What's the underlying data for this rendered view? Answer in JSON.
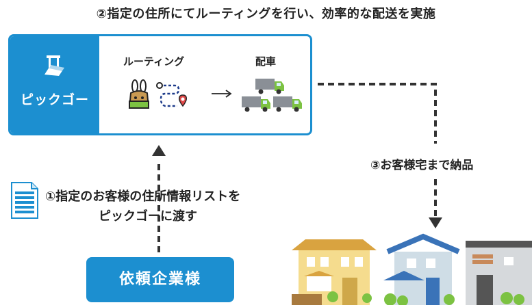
{
  "header": {
    "title": "②指定の住所にてルーティングを行い、効率的な配送を実施"
  },
  "panel": {
    "brand": "ピックゴー",
    "routing_label": "ルーティング",
    "dispatch_label": "配車"
  },
  "steps": {
    "step1_line1": "①指定のお客様の住所情報リストを",
    "step1_line2": "ピックゴーに渡す",
    "step3": "③お客様宅まで納品"
  },
  "client_button": "依頼企業様",
  "colors": {
    "accent": "#1c8fd0",
    "arrow": "#222222",
    "truck": "#8a8f96",
    "truck_cab": "#7cc242"
  },
  "icons": [
    "pickgo-logo-icon",
    "bag-icon",
    "route-icon",
    "arrow-right-icon",
    "truck-icon",
    "document-icon",
    "house-icon"
  ]
}
